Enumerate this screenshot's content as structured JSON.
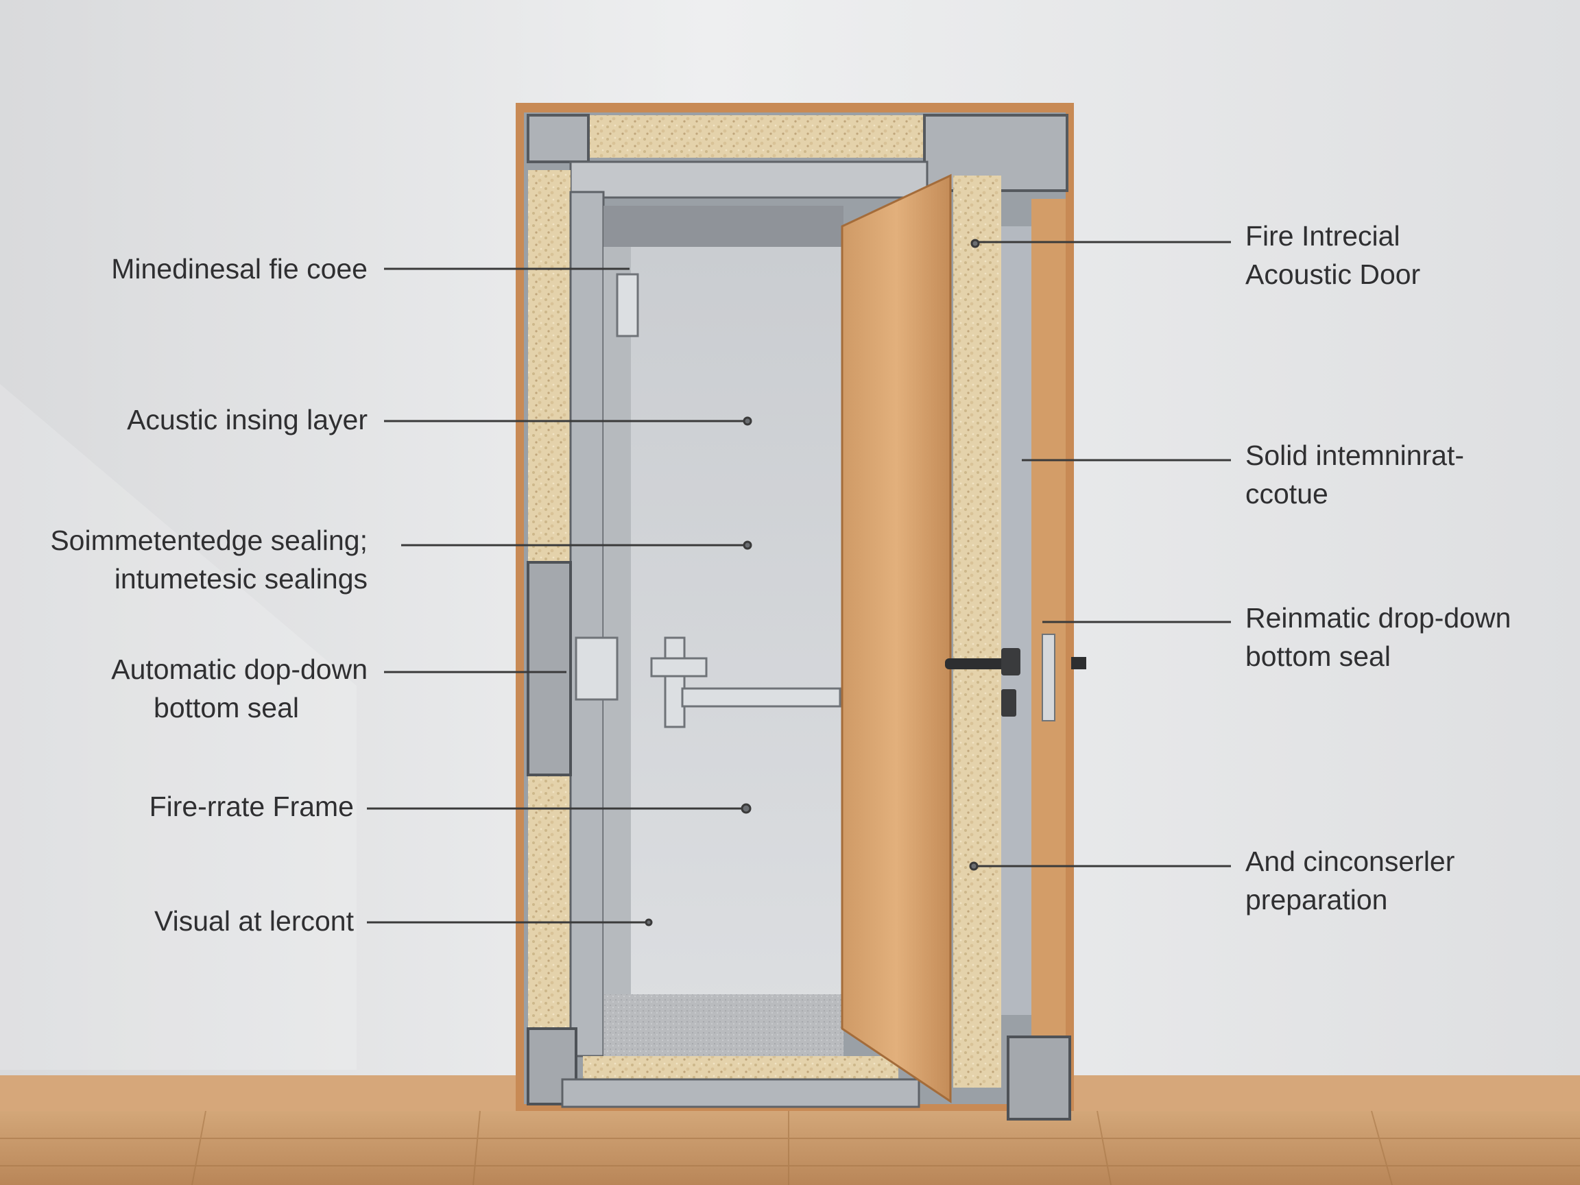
{
  "labels_left": [
    {
      "id": "mineral-core",
      "lines": [
        "Minedinesal fie coee"
      ]
    },
    {
      "id": "acoustic-layer",
      "lines": [
        "Acustic insing layer"
      ]
    },
    {
      "id": "edge-sealing",
      "lines": [
        "Soimmetentedge sealing;",
        "intumetesic sealings"
      ]
    },
    {
      "id": "auto-seal-left",
      "lines": [
        "Automatic dop-down",
        "bottom seal"
      ]
    },
    {
      "id": "fire-frame",
      "lines": [
        "Fire-rrate Frame"
      ]
    },
    {
      "id": "visual-contact",
      "lines": [
        "Visual at lercont"
      ]
    }
  ],
  "labels_right": [
    {
      "id": "title",
      "lines": [
        "Fire Intrecial",
        "Acoustic Door"
      ]
    },
    {
      "id": "solid-core",
      "lines": [
        "Solid intemninrat-",
        "ccotue"
      ]
    },
    {
      "id": "auto-seal-right",
      "lines": [
        "Reinmatic drop-down",
        "bottom seal"
      ]
    },
    {
      "id": "closer-prep",
      "lines": [
        "And cinconserler",
        "preparation"
      ]
    }
  ],
  "colors": {
    "wall": "#e6e7e8",
    "floor": "#c99566",
    "skirting": "#d6a77a",
    "frame_wood": "#c88a55",
    "core": "#e3cfa6",
    "door_leaf": "#d8a26c",
    "steel": "#8e9298",
    "leader": "#3a3a3a"
  }
}
